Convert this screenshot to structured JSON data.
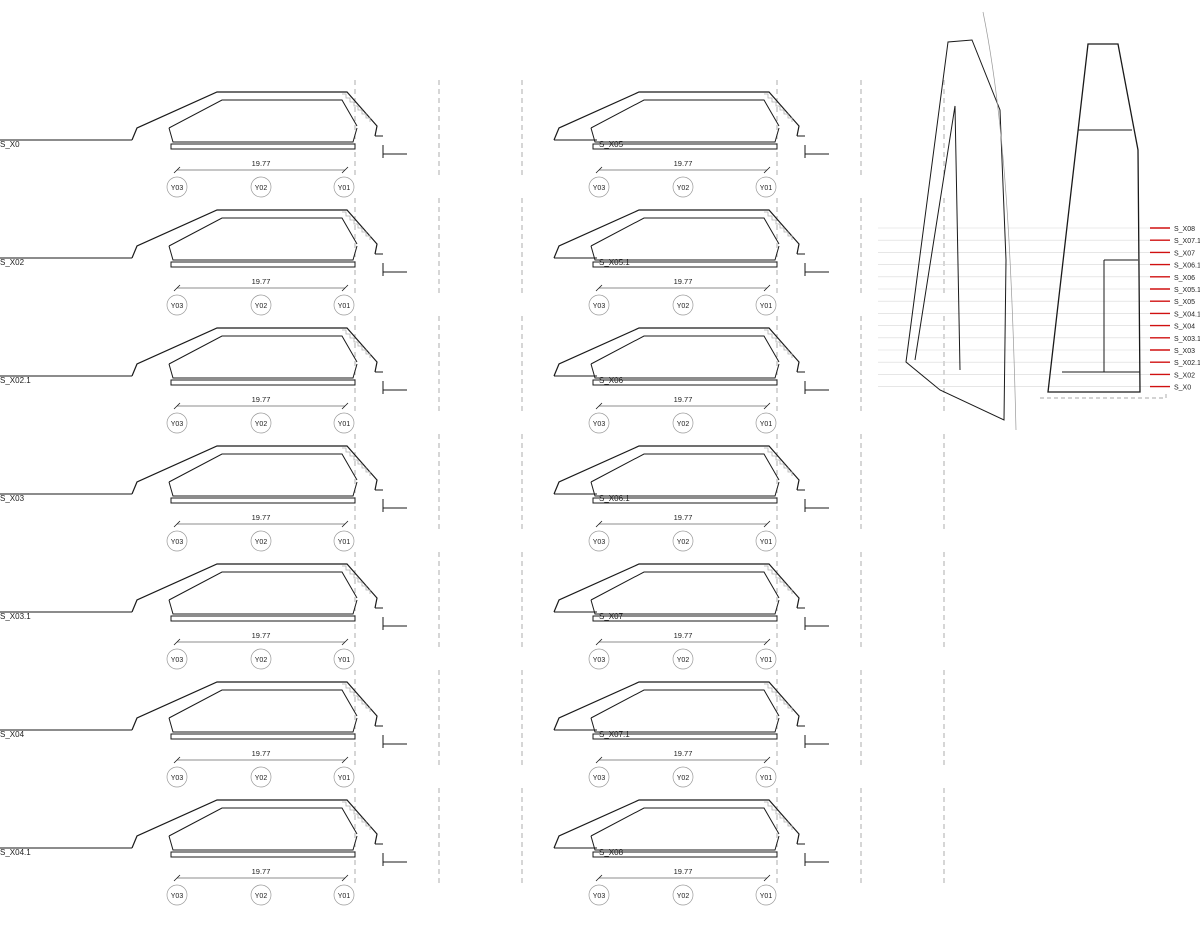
{
  "left_column": {
    "sections": [
      {
        "label": "S_X0",
        "dimension": "19.77",
        "axes": [
          "Y03",
          "Y02",
          "Y01"
        ]
      },
      {
        "label": "S_X02",
        "dimension": "19.77",
        "axes": [
          "Y03",
          "Y02",
          "Y01"
        ]
      },
      {
        "label": "S_X02.1",
        "dimension": "19.77",
        "axes": [
          "Y03",
          "Y02",
          "Y01"
        ]
      },
      {
        "label": "S_X03",
        "dimension": "19.77",
        "axes": [
          "Y03",
          "Y02",
          "Y01"
        ]
      },
      {
        "label": "S_X03.1",
        "dimension": "19.77",
        "axes": [
          "Y03",
          "Y02",
          "Y01"
        ]
      },
      {
        "label": "S_X04",
        "dimension": "19.77",
        "axes": [
          "Y03",
          "Y02",
          "Y01"
        ]
      },
      {
        "label": "S_X04.1",
        "dimension": "19.77",
        "axes": [
          "Y03",
          "Y02",
          "Y01"
        ]
      }
    ]
  },
  "right_column": {
    "sections": [
      {
        "label": "S_X05",
        "dimension": "19.77",
        "axes": [
          "Y03",
          "Y02",
          "Y01"
        ]
      },
      {
        "label": "S_X05.1",
        "dimension": "19.77",
        "axes": [
          "Y03",
          "Y02",
          "Y01"
        ]
      },
      {
        "label": "S_X06",
        "dimension": "19.77",
        "axes": [
          "Y03",
          "Y02",
          "Y01"
        ]
      },
      {
        "label": "S_X06.1",
        "dimension": "19.77",
        "axes": [
          "Y03",
          "Y02",
          "Y01"
        ]
      },
      {
        "label": "S_X07",
        "dimension": "19.77",
        "axes": [
          "Y03",
          "Y02",
          "Y01"
        ]
      },
      {
        "label": "S_X07.1",
        "dimension": "19.77",
        "axes": [
          "Y03",
          "Y02",
          "Y01"
        ]
      },
      {
        "label": "S_X08",
        "dimension": "19.77",
        "axes": [
          "Y03",
          "Y02",
          "Y01"
        ]
      }
    ]
  },
  "key_plan": {
    "legend": [
      "S_X08",
      "S_X07.1",
      "S_X07",
      "S_X06.1",
      "S_X06",
      "S_X05.1",
      "S_X05",
      "S_X04.1",
      "S_X04",
      "S_X03.1",
      "S_X03",
      "S_X02.1",
      "S_X02",
      "S_X0"
    ],
    "marker_color": "#d01010"
  },
  "colors": {
    "line": "#1a1a1a",
    "dash": "#8a8a8a",
    "light": "#b0b0b0"
  }
}
